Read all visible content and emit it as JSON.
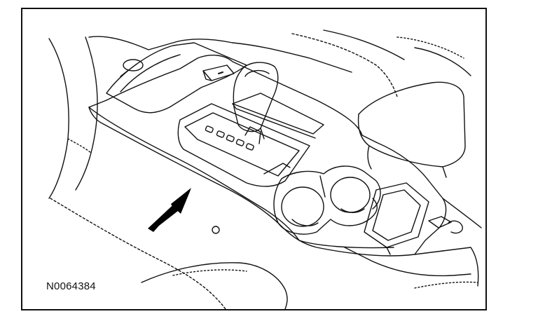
{
  "figure": {
    "id_label": "N0064384",
    "subject": "center-console-gear-shifter-cupholders",
    "callout": "arrow",
    "colors": {
      "line": "#111111",
      "background": "#ffffff",
      "arrow": "#000000"
    }
  }
}
